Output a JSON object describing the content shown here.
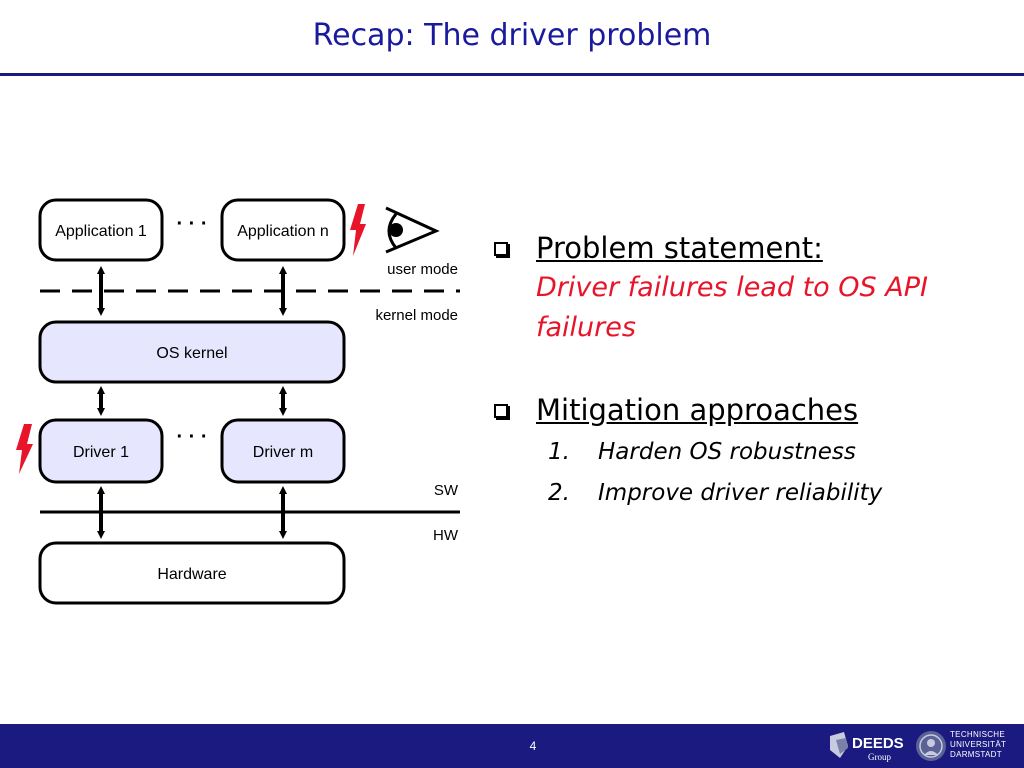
{
  "slide": {
    "title": "Recap: The driver problem",
    "page_number": "4"
  },
  "diagram": {
    "application_1": "Application 1",
    "application_n": "Application n",
    "os_kernel": "OS kernel",
    "driver_1": "Driver 1",
    "driver_m": "Driver m",
    "hardware": "Hardware",
    "user_mode": "user mode",
    "kernel_mode": "kernel mode",
    "sw": "SW",
    "hw": "HW",
    "ellipsis": "· · ·",
    "box_fill": "#e6e6ff",
    "lightning_color": "#e8142a"
  },
  "bullets": [
    {
      "heading": "Problem statement:",
      "detail": "Driver failures lead to OS API failures"
    },
    {
      "heading": "Mitigation approaches",
      "items": [
        {
          "num": "1.",
          "text": "Harden OS robustness"
        },
        {
          "num": "2.",
          "text": "Improve driver reliability"
        }
      ]
    }
  ],
  "footer": {
    "logo_deeds_line1": "DEEDS",
    "logo_deeds_line2": "Group",
    "logo_tu_line1": "TECHNISCHE",
    "logo_tu_line2": "UNIVERSITÄT",
    "logo_tu_line3": "DARMSTADT"
  }
}
